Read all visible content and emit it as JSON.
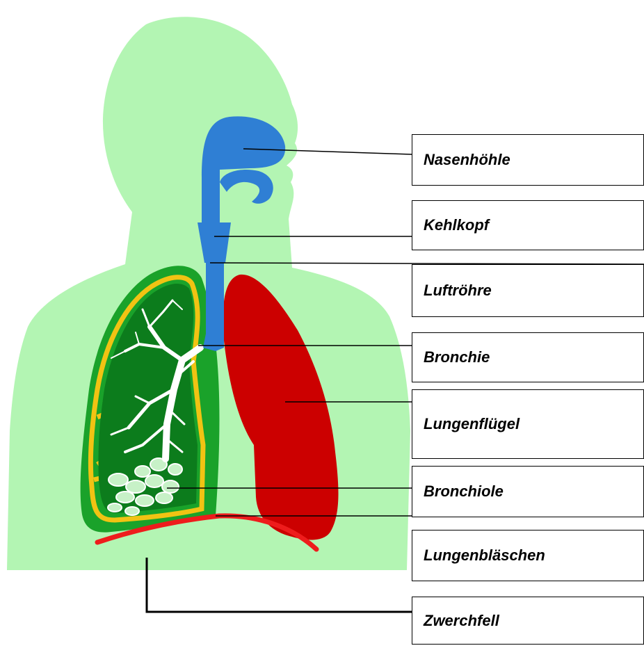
{
  "diagram": {
    "labels": [
      "Nasenhöhle",
      "Kehlkopf",
      "Luftröhre",
      "Bronchie",
      "Lungenflügel",
      "Bronchiole",
      "Lungenbläschen",
      "Zwerchfell"
    ],
    "colors": {
      "body": "#b3f5b3",
      "airway": "#2f7fd4",
      "lung_right": "#cc0000",
      "lung_left_outer": "#1aa22a",
      "lung_left_inner": "#0c7c1c",
      "pleura": "#f1c313",
      "bronchi_tree": "#ffffff",
      "diaphragm": "#ee1c1c"
    }
  }
}
